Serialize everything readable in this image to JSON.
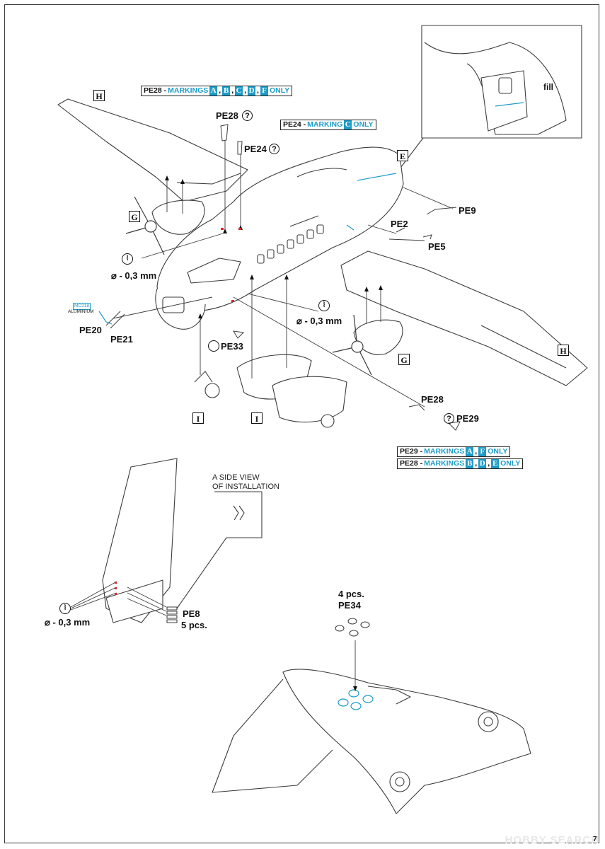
{
  "page_number": "7",
  "watermark": "HOBBY SEARCH",
  "inset": {
    "fill_label": "fill"
  },
  "subassemblies": {
    "wing_left": "H",
    "wing_right": "H",
    "fuselage_rear": "E",
    "engine_left": "G",
    "engine_right": "G",
    "gear_left": "I",
    "gear_center": "I"
  },
  "banners": {
    "pe28_top": {
      "part": "PE28 -",
      "text": "MARKINGS",
      "letters": [
        "A",
        "B",
        "C",
        "D",
        "F"
      ],
      "suffix": "ONLY"
    },
    "pe24": {
      "part": "PE24 -",
      "text": "MARKING",
      "letters": [
        "C"
      ],
      "suffix": "ONLY"
    },
    "pe29": {
      "part": "PE29 -",
      "text": "MARKINGS",
      "letters": [
        "A",
        "F"
      ],
      "suffix": "ONLY"
    },
    "pe28_bottom": {
      "part": "PE28 -",
      "text": "MARKINGS",
      "letters": [
        "B",
        "D",
        "E"
      ],
      "suffix": "ONLY"
    }
  },
  "parts": {
    "pe28_a": "PE28",
    "pe24": "PE24",
    "pe9": "PE9",
    "pe2": "PE2",
    "pe5": "PE5",
    "pe20": "PE20",
    "pe21": "PE21",
    "pe33": "PE33",
    "pe28_b": "PE28",
    "pe29": "PE29",
    "pe8": "PE8",
    "pe8_qty": "5 pcs.",
    "pe34_qty": "4 pcs.",
    "pe34": "PE34"
  },
  "question_mark": "?",
  "drill": {
    "symbol": "⦚",
    "size_1": "⌀ - 0,3 mm",
    "size_2": "⌀ - 0,3 mm",
    "size_3": "⌀ - 0,3 mm"
  },
  "material": {
    "code": "MC218",
    "name": "ALUMINIUM"
  },
  "side_view_note": {
    "line1": "A SIDE VIEW",
    "line2": "OF INSTALLATION"
  },
  "colors": {
    "accent": "#1e9cc7",
    "line": "#3c3c3c",
    "red_marker": "#d62828"
  }
}
